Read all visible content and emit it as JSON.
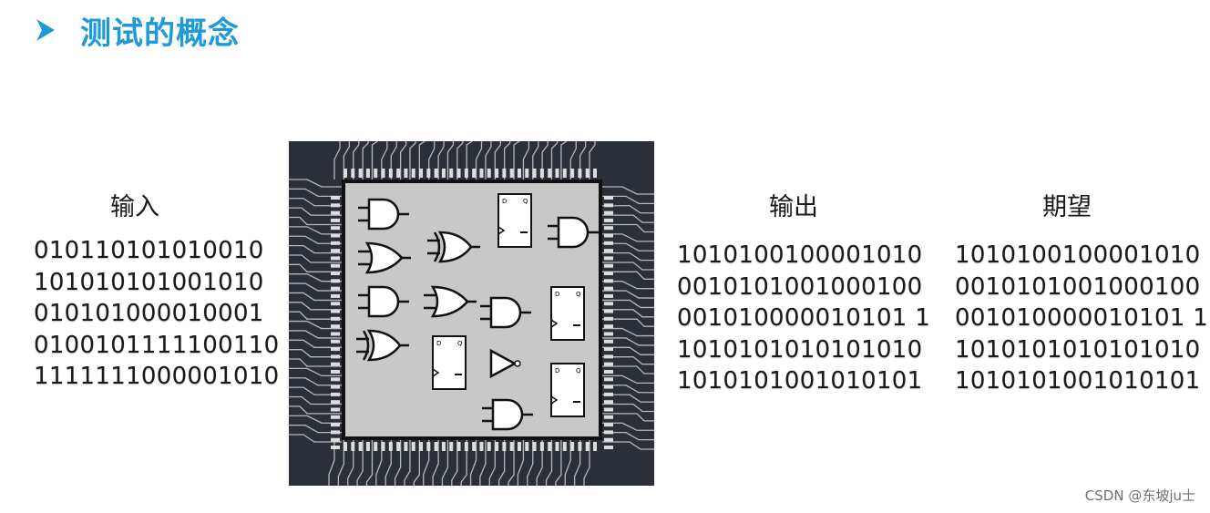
{
  "title": "测试的概念",
  "input": {
    "label": "输入",
    "rows": [
      "010110101010010",
      "101010101001010",
      "010101000010001",
      "0100101111100110",
      "1111111000001010"
    ]
  },
  "output": {
    "label": "输出",
    "rows": [
      "1010100100001010",
      "0010101001000100",
      "001010000010101 1",
      "1010101010101010",
      "1010101001010101"
    ]
  },
  "expected": {
    "label": "期望",
    "rows": [
      "1010100100001010",
      "0010101001000100",
      "001010000010101 1",
      "1010101010101010",
      "1010101001010101"
    ]
  },
  "chip": {
    "ff_labels": {
      "d": "D",
      "q": "Q"
    }
  },
  "watermark": "CSDN @东坡ju士",
  "colors": {
    "title": "#1f9ad8",
    "board": "#2b3038",
    "die": "#c8c8c8",
    "trace": "#e6e6e6"
  }
}
